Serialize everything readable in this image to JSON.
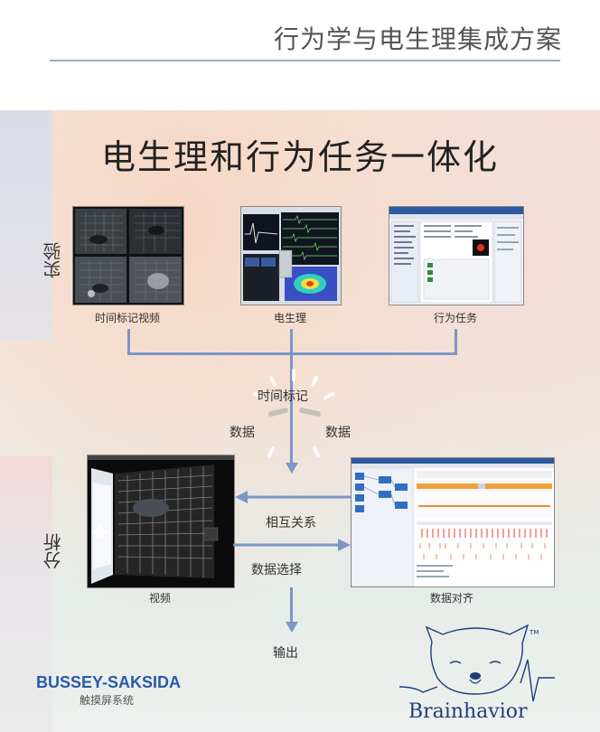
{
  "page": {
    "title": "行为学与电生理集成方案",
    "headline": "电生理和行为任务一体化"
  },
  "sections": {
    "experiment": "实验",
    "analysis": "分析"
  },
  "captions": {
    "video_timestamp": "时间标记视频",
    "ephys": "电生理",
    "behavior_task": "行为任务",
    "video": "视频",
    "data_alignment": "数据对齐"
  },
  "flow": {
    "timestamp": "时间标记",
    "data_left": "数据",
    "data_right": "数据",
    "correlation": "相互关系",
    "data_selection": "数据选择",
    "output": "输出"
  },
  "branding": {
    "company": "BUSSEY-SAKSIDA",
    "subtitle": "触摸屏系统",
    "logo_text": "Brainhavior",
    "trademark": "TM"
  },
  "colors": {
    "flow_line": "#7b96c8",
    "brand_blue": "#2a5aa8"
  }
}
